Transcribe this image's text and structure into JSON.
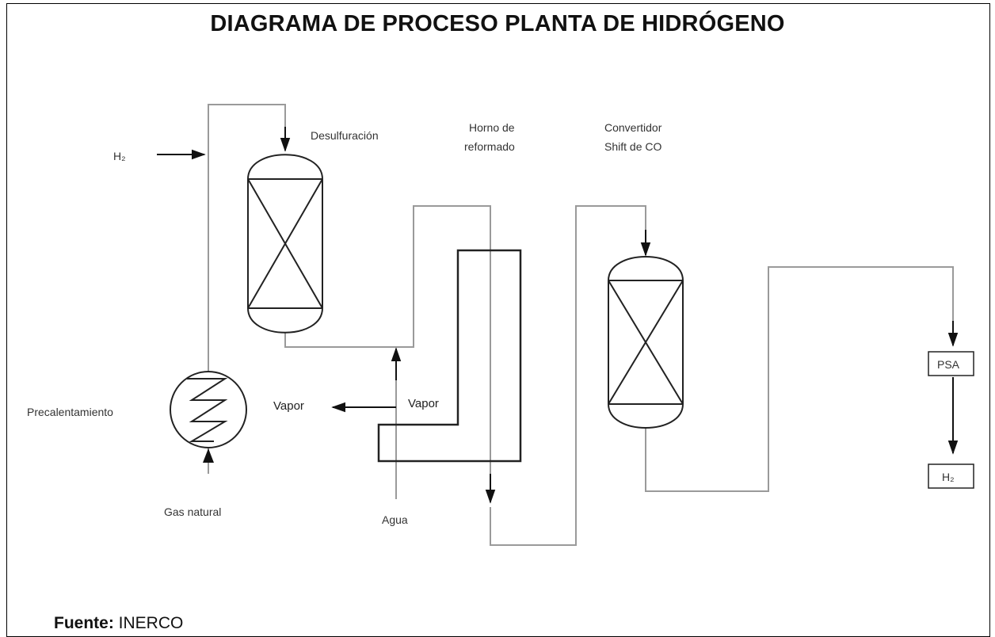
{
  "title": "DIAGRAMA DE PROCESO PLANTA DE HIDRÓGENO",
  "labels": {
    "h2_in": "H₂",
    "desulfuracion": "Desulfuración",
    "horno_line1": "Horno de",
    "horno_line2": "reformado",
    "convertidor_line1": "Convertidor",
    "convertidor_line2": "Shift de CO",
    "precalentamiento": "Precalentamiento",
    "gas_natural": "Gas natural",
    "vapor_out": "Vapor",
    "vapor_in": "Vapor",
    "agua": "Agua",
    "psa": "PSA",
    "h2_out": "H₂"
  },
  "footer": {
    "label": "Fuente:",
    "source": "INERCO"
  },
  "colors": {
    "process_line": "#9a9a9a",
    "equipment": "#222222",
    "arrow": "#111111"
  }
}
